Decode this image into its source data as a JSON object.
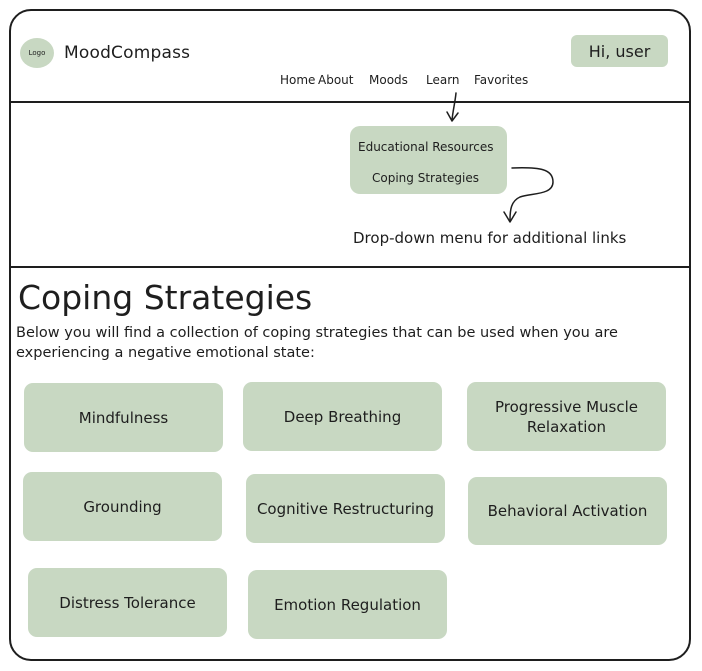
{
  "header": {
    "logo_text": "Logo",
    "app_title": "MoodCompass",
    "user_greeting": "Hi, user",
    "nav": [
      "Home",
      "About",
      "Moods",
      "Learn",
      "Favorites"
    ]
  },
  "dropdown": {
    "items": [
      "Educational Resources",
      "Coping Strategies"
    ],
    "annotation": "Drop-down menu for additional links"
  },
  "main": {
    "title": "Coping Strategies",
    "description": "Below you will find a collection of coping strategies that can be used when you are experiencing a negative emotional state:",
    "cards": [
      "Mindfulness",
      "Deep Breathing",
      "Progressive Muscle Relaxation",
      "Grounding",
      "Cognitive Restructuring",
      "Behavioral Activation",
      "Distress Tolerance",
      "Emotion Regulation"
    ]
  },
  "colors": {
    "sage": "#c8d8c2",
    "ink": "#1e1e1e"
  }
}
